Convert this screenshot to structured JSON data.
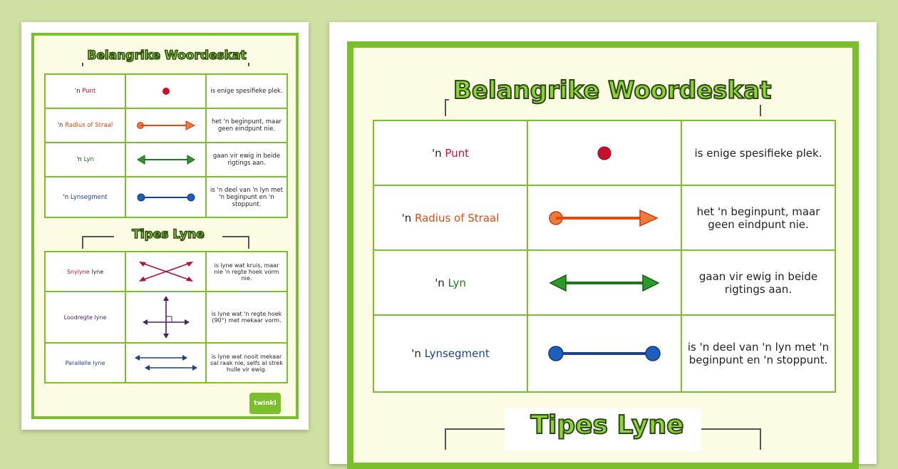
{
  "small_poster": {
    "title": "Belangrike Woordeskat",
    "vocab_rows": [
      {
        "prefix": "'n ",
        "term": "Punt",
        "description": "is enige spesifieke plek."
      },
      {
        "prefix": "'n ",
        "term": "Radius of Straal",
        "description": "het 'n beginpunt, maar geen eindpunt nie."
      },
      {
        "prefix": "'n ",
        "term": "Lyn",
        "description": "gaan vir ewig in beide rigtings aan."
      },
      {
        "prefix": "'n ",
        "term": "Lynsegment",
        "description": "is 'n deel van 'n lyn met 'n beginpunt en 'n stoppunt."
      }
    ],
    "types_title": "Tipes Lyne",
    "types_rows": [
      {
        "term": "Snylyne",
        "suffix": " lyne",
        "description": "is lyne wat kruis, maar nie 'n regte hoek vorm nie."
      },
      {
        "term": "Loodregte lyne",
        "suffix": "",
        "description": "is lyne wat 'n regte hoek (90°) met mekaar vorm."
      },
      {
        "term": "Parallelle lyne",
        "suffix": "",
        "description": "is lyne wat nooit mekaar sal raak nie, selfs al strek hulle vir ewig."
      }
    ],
    "logo_text": "twinkl"
  },
  "large_poster": {
    "title": "Belangrike Woordeskat",
    "vocab_rows": [
      {
        "prefix": "'n ",
        "term": "Punt",
        "description": "is enige spesifieke plek."
      },
      {
        "prefix": "'n ",
        "term": "Radius of Straal",
        "description": "het 'n beginpunt, maar geen eindpunt nie."
      },
      {
        "prefix": "'n ",
        "term": "Lyn",
        "description": "gaan vir ewig in beide rigtings aan."
      },
      {
        "prefix": "'n ",
        "term": "Lynsegment",
        "description": "is 'n deel van 'n lyn met 'n beginpunt en 'n stoppunt."
      }
    ],
    "types_title": "Tipes Lyne"
  },
  "colors": {
    "background": "#cfe0a2",
    "border_green": "#7cbf2d",
    "point": "#c8102e",
    "ray": "#e04a0f",
    "line": "#1c7a1c",
    "segment": "#1d5fbf"
  }
}
